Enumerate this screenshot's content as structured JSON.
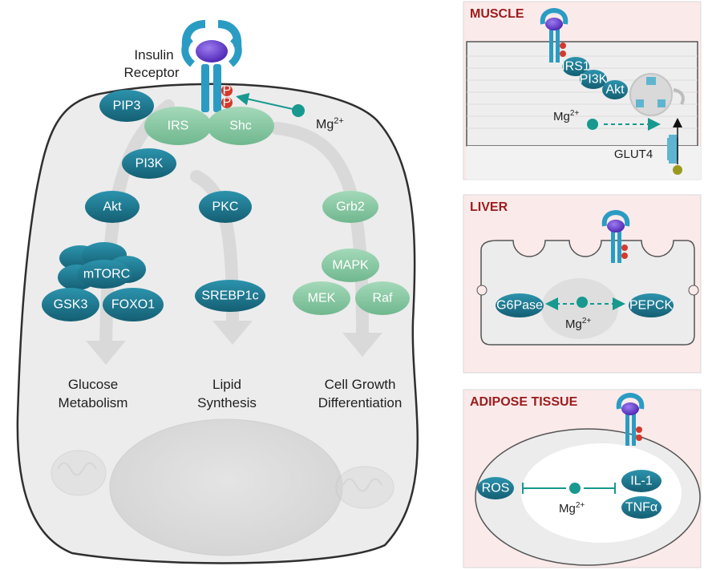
{
  "colors": {
    "teal_dark": "#1c7c93",
    "teal_light": "#8cc8a6",
    "teal_dot": "#17998f",
    "receptor_blue": "#2a9cc4",
    "ligand_purple": "#6a3fd1",
    "phospho_red": "#d23a2e",
    "cell_fill": "#ececec",
    "panel_fill": "#fbeaea",
    "panel_title": "#9b1c1c"
  },
  "main_cell": {
    "receptor_label_line1": "Insulin",
    "receptor_label_line2": "Receptor",
    "phospho_label": "P",
    "mg_label": "Mg",
    "mg_sup": "2+",
    "nodes": {
      "pip3": "PIP3",
      "irs": "IRS",
      "shc": "Shc",
      "pi3k": "PI3K",
      "akt": "Akt",
      "pkc": "PKC",
      "grb2": "Grb2",
      "mtorc": "mTORC",
      "gsk3": "GSK3",
      "foxo1": "FOXO1",
      "srebp1c": "SREBP1c",
      "mapk": "MAPK",
      "mek": "MEK",
      "raf": "Raf"
    },
    "outcomes": {
      "glucose_line1": "Glucose",
      "glucose_line2": "Metabolism",
      "lipid_line1": "Lipid",
      "lipid_line2": "Synthesis",
      "growth_line1": "Cell Growth",
      "growth_line2": "Differentiation"
    }
  },
  "muscle_panel": {
    "title": "MUSCLE",
    "irs1": "IRS1",
    "pi3k": "PI3K",
    "akt": "Akt",
    "mg_label": "Mg",
    "mg_sup": "2+",
    "glut4": "GLUT4"
  },
  "liver_panel": {
    "title": "LIVER",
    "g6pase": "G6Pase",
    "pepck": "PEPCK",
    "mg_label": "Mg",
    "mg_sup": "2+"
  },
  "adipose_panel": {
    "title": "ADIPOSE TISSUE",
    "ros": "ROS",
    "il1": "IL-1",
    "tnfa": "TNFα",
    "mg_label": "Mg",
    "mg_sup": "2+"
  }
}
